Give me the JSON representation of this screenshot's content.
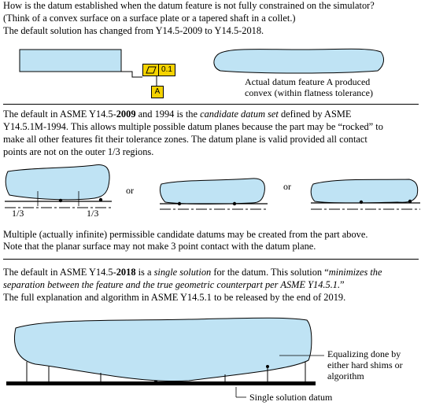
{
  "intro": {
    "line1": "How is the datum established when the datum feature is not fully constrained on the simulator?",
    "line2": "(Think of a convex surface on a surface plate or a tapered shaft in a collet.)",
    "line3": "The default solution has changed from Y14.5-2009 to Y14.5-2018."
  },
  "fcf": {
    "tolerance": "0.1",
    "datum_letter": "A"
  },
  "actual_feature_caption": {
    "line1": "Actual datum feature A produced",
    "line2": "convex (within flatness tolerance)"
  },
  "section2": {
    "p1_a": "The default in ASME Y14.5-",
    "p1_bold": "2009",
    "p1_b": " and 1994 is the ",
    "p1_italic": "candidate datum set",
    "p1_c": " defined by ASME",
    "p2": "Y14.5.1M-1994. This allows multiple possible datum planes because the part may be “rocked” to",
    "p3": "make all other features fit their tolerance zones. The datum plane is valid provided all contact",
    "p4": "points are not on the outer 1/3 regions."
  },
  "or_labels": [
    "or",
    "or"
  ],
  "thirds": [
    "1/3",
    "1/3"
  ],
  "multiple": {
    "line1": "Multiple (actually infinite) permissible candidate datums may be created from the part above.",
    "line2": "Note that the planar surface may not make 3 point contact with the datum plane."
  },
  "section3": {
    "l1_a": "The default in ASME Y14.5-",
    "l1_bold": "2018",
    "l1_b": " is a ",
    "l1_italic": "single solution",
    "l1_c": " for the datum. This solution “",
    "l1_italic2": "minimizes the",
    "l2_italic": "separation between the feature and the true geometric counterpart per ASME Y14.5.1.",
    "l2_end": "”",
    "l3": "The full explanation and algorithm in ASME Y14.5.1 to be released by the end of 2019."
  },
  "equalizing": {
    "line1": "Equalizing done by",
    "line2": "either hard shims or",
    "line3": "algorithm"
  },
  "single_solution_label": "Single solution datum",
  "colors": {
    "part_fill": "#bfe3f4",
    "outline": "#000000",
    "fcf_fill": "#f5d300"
  }
}
